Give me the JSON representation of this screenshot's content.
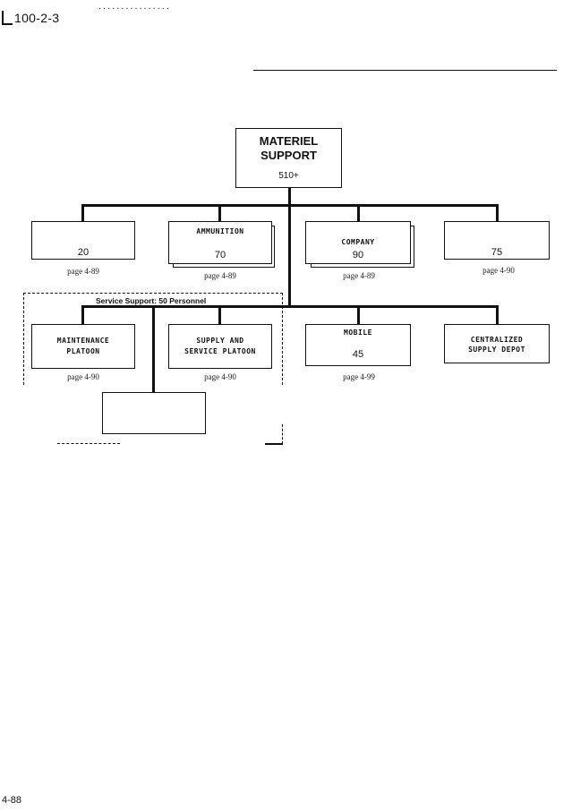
{
  "header": {
    "doc_number": "100-2-3",
    "dots": "................"
  },
  "org_chart": {
    "root": {
      "title_line1": "MATERIEL",
      "title_line2": "SUPPORT",
      "value": "510+"
    },
    "row1": [
      {
        "label": "",
        "value": "20",
        "page": "page 4-89"
      },
      {
        "label": "AMMUNITION",
        "value": "70",
        "page": "page 4-89"
      },
      {
        "label": "COMPANY",
        "value": "90",
        "page": "page 4-89"
      },
      {
        "label": "",
        "value": "75",
        "page": "page 4-90"
      }
    ],
    "group_label": "Service Support: 50 Personnel",
    "row2": [
      {
        "label_line1": "MAINTENANCE",
        "label_line2": "PLATOON",
        "page": "page 4-90"
      },
      {
        "label_line1": "SUPPLY AND",
        "label_line2": "SERVICE PLATOON",
        "page": "page 4-90"
      },
      {
        "label_line1": "MOBILE",
        "value": "45",
        "page": "page 4-99"
      },
      {
        "label_line1": "CENTRALIZED",
        "label_line2": "SUPPLY DEPOT"
      }
    ]
  },
  "footer": {
    "page_number": "4-88"
  }
}
